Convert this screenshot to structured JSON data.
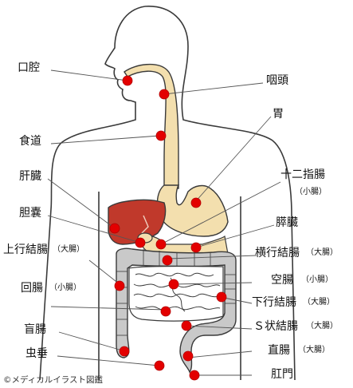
{
  "labels": {
    "mouth": "口腔",
    "pharynx": "咽頭",
    "esophagus": "食道",
    "stomach": "胃",
    "liver": "肝臓",
    "duodenum": "十二指腸",
    "duodenum_note": "（小腸）",
    "pancreas": "膵臓",
    "gallbladder": "胆嚢",
    "ascending_colon": "上行結腸",
    "ascending_colon_note": "（大腸）",
    "transverse_colon": "横行結腸",
    "transverse_colon_note": "（大腸）",
    "jejunum": "空腸",
    "jejunum_note": "（小腸）",
    "ileum": "回腸",
    "ileum_note": "（小腸）",
    "descending_colon": "下行結腸",
    "descending_colon_note": "（大腸）",
    "cecum": "盲腸",
    "sigmoid_colon": "Ｓ状結腸",
    "sigmoid_colon_note": "（大腸）",
    "appendix": "虫垂",
    "rectum": "直腸",
    "rectum_note": "（大腸）",
    "anus": "肛門"
  },
  "copyright": "©メディカルイラスト図鑑",
  "colors": {
    "outline": "#3a3a3a",
    "gi_tract": "#f3dfae",
    "liver": "#c0392b",
    "intestine": "#c9c9c9",
    "marker": "#e30000",
    "leader": "#555555"
  }
}
